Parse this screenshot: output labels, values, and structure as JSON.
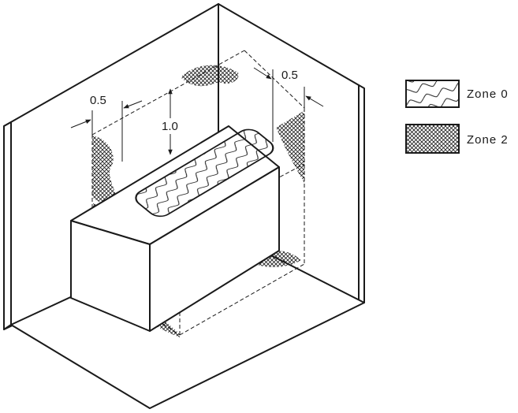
{
  "dimensions": {
    "left_offset": "0.5",
    "height": "1.0",
    "right_offset": "0.5"
  },
  "legend": {
    "zone0_label": "Zone 0",
    "zone2_label": "Zone 2"
  },
  "colors": {
    "line": "#1a1a1a",
    "background": "#ffffff"
  }
}
